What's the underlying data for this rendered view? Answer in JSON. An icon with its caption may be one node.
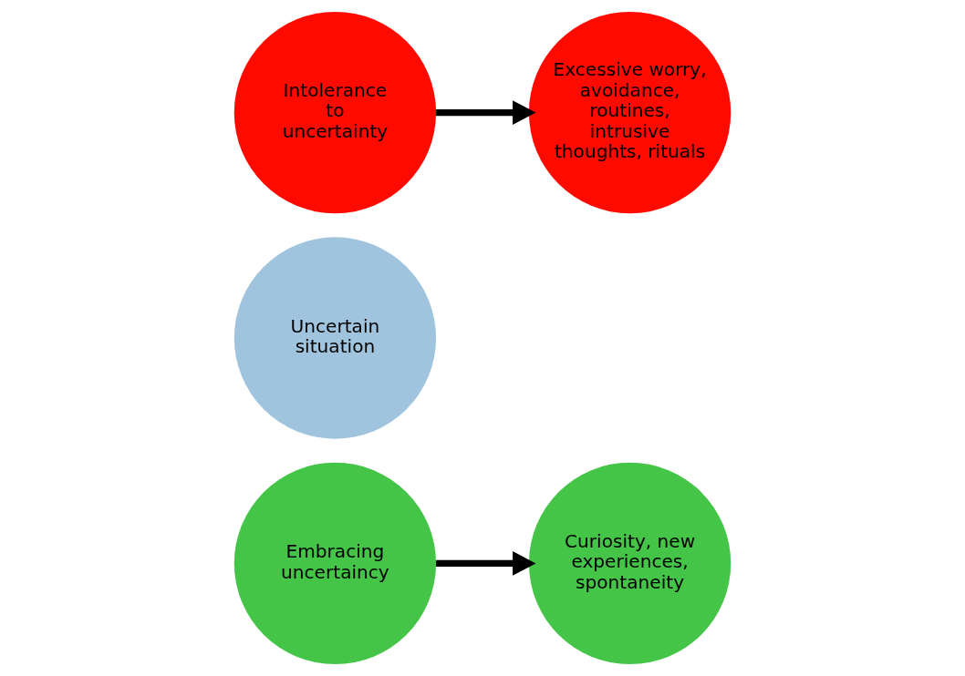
{
  "diagram": {
    "nodes": [
      {
        "text": [
          "Embracing uncertaincy"
        ]
      },
      {
        "text": [
          "Curiosity, new experiences, spontaneity"
        ]
      },
      {
        "text": [
          "Uncertain situation"
        ]
      },
      {
        "text": [
          "Intolerance to uncertainty"
        ]
      },
      {
        "text": [
          "Excessive worry, avoidance, routines, intrusive thoughts, rituals"
        ]
      }
    ],
    "edges": [
      {
        "from": 0,
        "to": 1,
        "arrow": "to"
      },
      {
        "from": 3,
        "to": 4,
        "arrow": "to"
      }
    ]
  }
}
